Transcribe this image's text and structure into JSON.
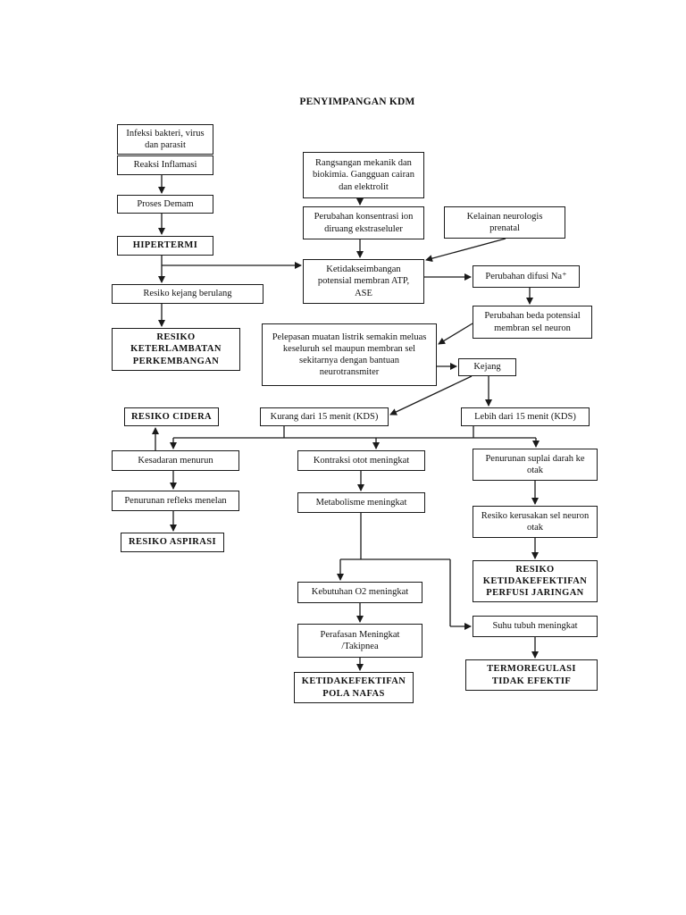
{
  "title": "PENYIMPANGAN KDM",
  "boxes": {
    "infeksi": "Infeksi bakteri, virus\ndan parasit",
    "reaksi_inflamasi": "Reaksi Inflamasi",
    "proses_demam": "Proses Demam",
    "hipertermi": "HIPERTERMI",
    "resiko_kejang_berulang": "Resiko kejang berulang",
    "resiko_keterlambatan": "RESIKO\nKETERLAMBATAN\nPERKEMBANGAN",
    "rangsangan": "Rangsangan mekanik dan\nbiokimia. Gangguan cairan\ndan elektrolit",
    "perubahan_konsentrasi": "Perubahan konsentrasi ion\ndiruang ekstraseluler",
    "kelainan_neurologis": "Kelainan neurologis\nprenatal",
    "ketidakseimbangan": "Ketidakseimbangan\npotensial membran ATP,\nASE",
    "perubahan_difusi": "Perubahan difusi Na⁺",
    "perubahan_beda_potensial": "Perubahan beda potensial\nmembran sel neuron",
    "pelepasan_muatan": "Pelepasan muatan listrik semakin meluas\nkeseluruh sel maupun membran sel\nsekitarnya dengan bantuan\nneurotransmiter",
    "kejang": "Kejang",
    "resiko_cidera": "RESIKO CIDERA",
    "kurang_15": "Kurang dari 15 menit (KDS)",
    "lebih_15": "Lebih dari 15 menit (KDS)",
    "kesadaran_menurun": "Kesadaran menurun",
    "kontraksi_otot": "Kontraksi otot meningkat",
    "penurunan_suplai": "Penurunan suplai darah ke\notak",
    "penurunan_refleks": "Penurunan refleks menelan",
    "metabolisme": "Metabolisme meningkat",
    "resiko_kerusakan": "Resiko kerusakan sel neuron\notak",
    "resiko_aspirasi": "RESIKO ASPIRASI",
    "resiko_perfusi": "RESIKO\nKETIDAKEFEKTIFAN\nPERFUSI JARINGAN",
    "kebutuhan_o2": "Kebutuhan O2 meningkat",
    "suhu_tubuh": "Suhu tubuh meningkat",
    "perafasan": "Perafasan Meningkat\n/Takipnea",
    "termoregulasi": "TERMOREGULASI\nTIDAK EFEKTIF",
    "pola_nafas": "KETIDAKEFEKTIFAN\nPOLA NAFAS"
  }
}
